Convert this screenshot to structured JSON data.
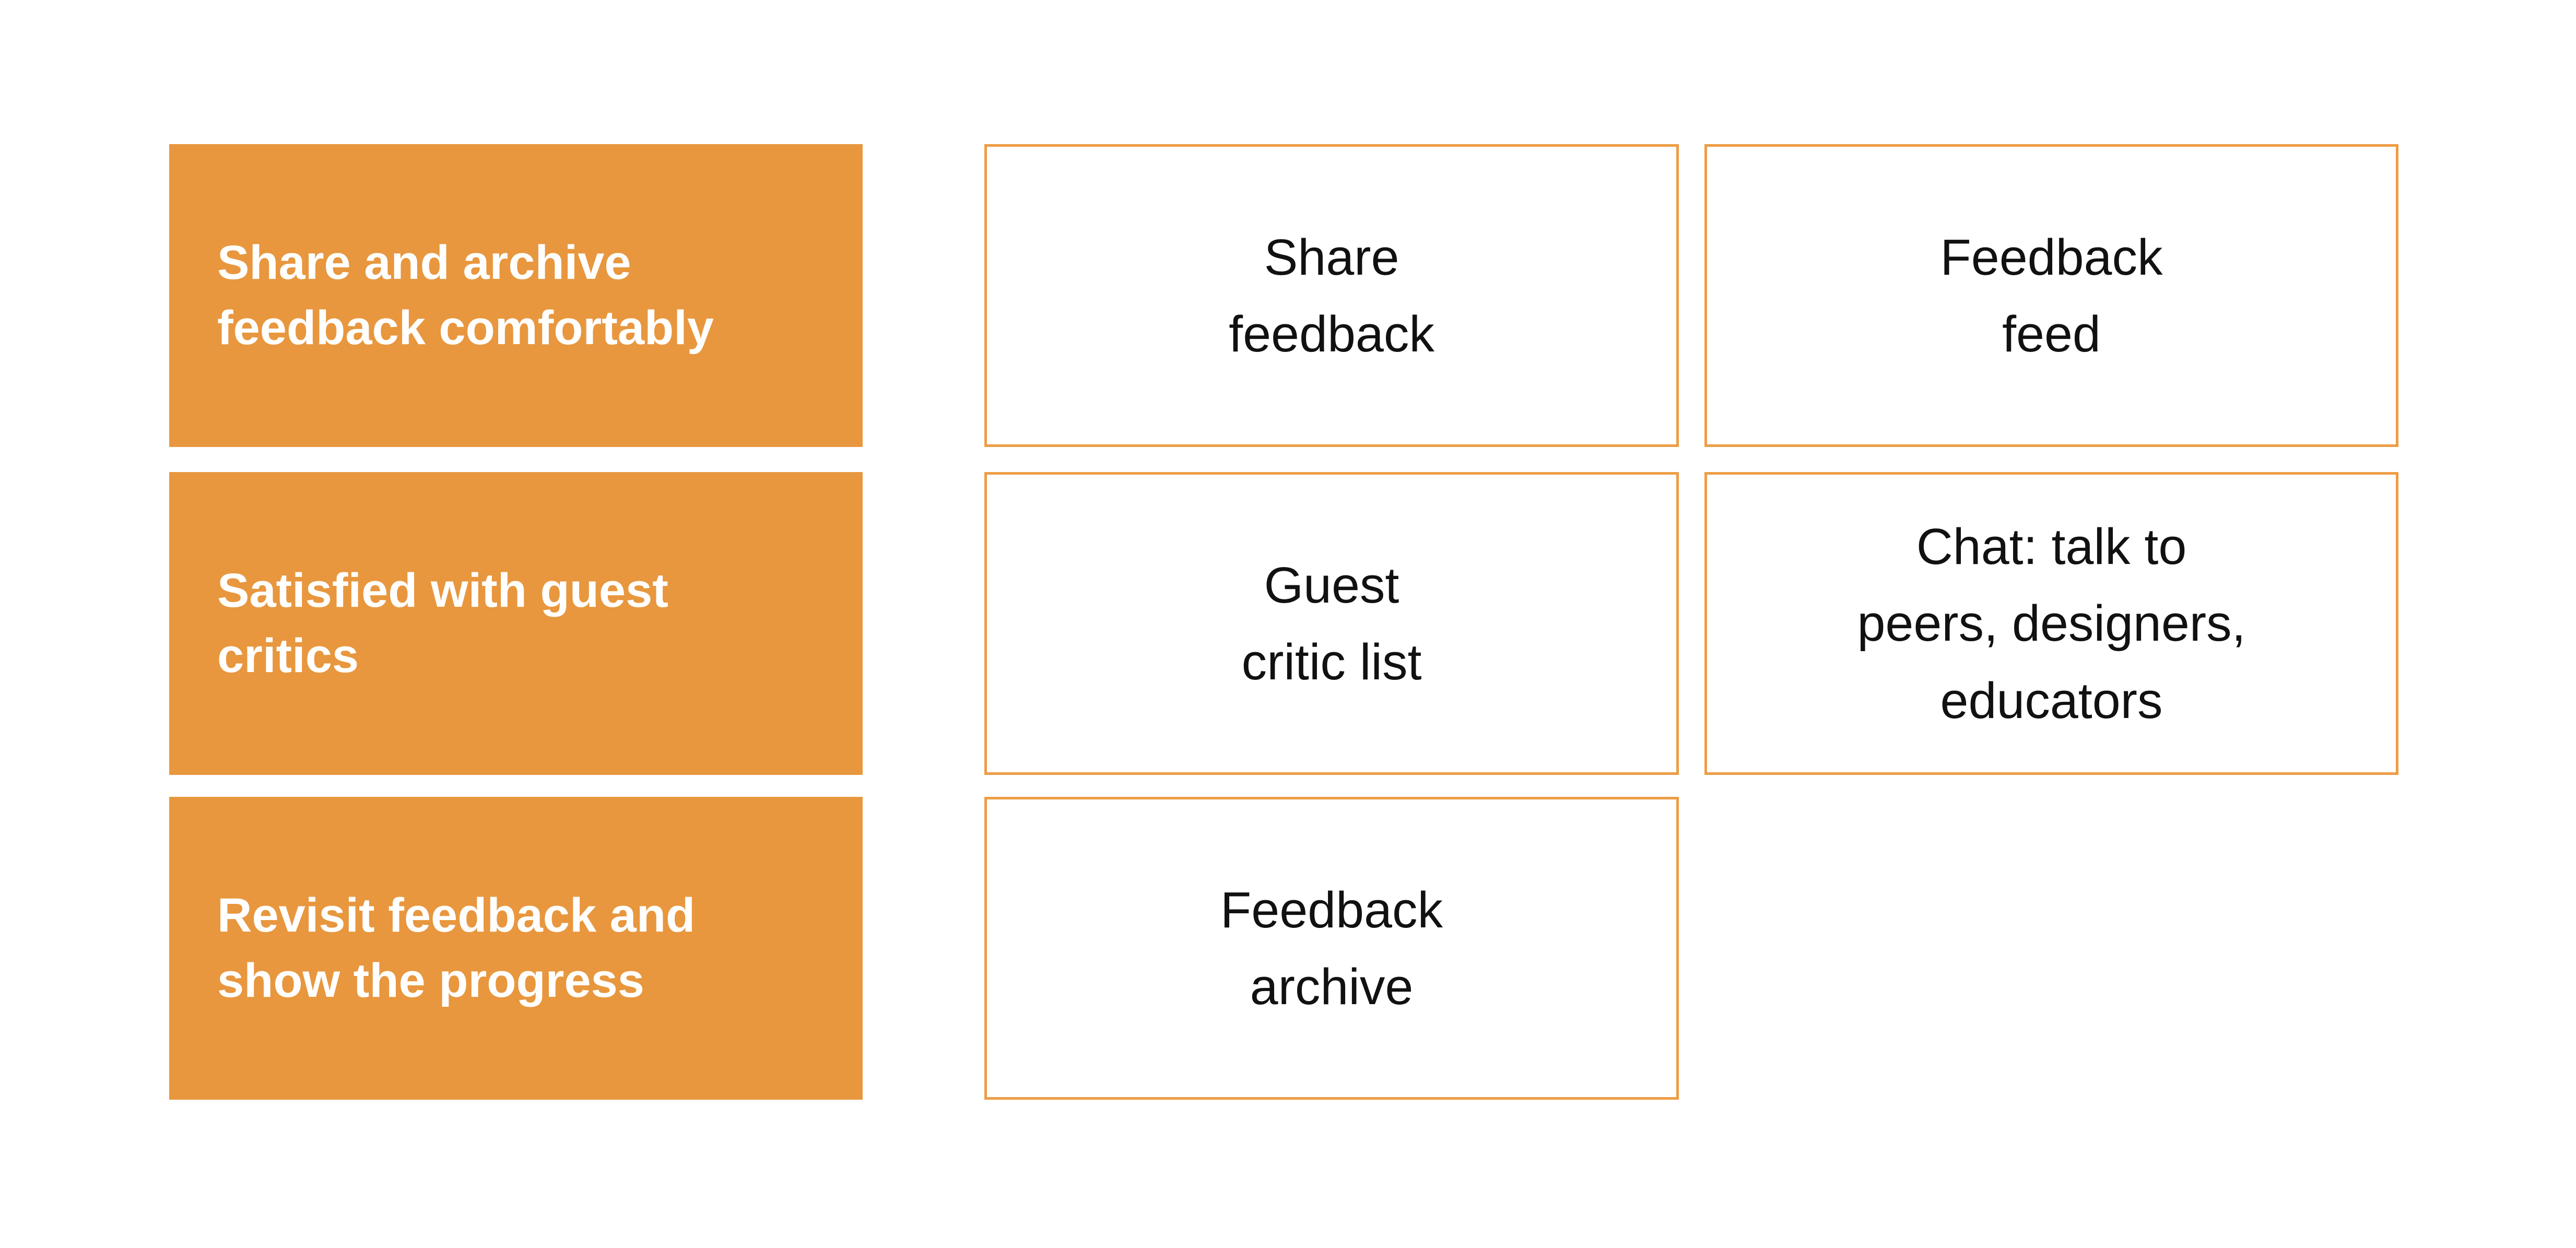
{
  "diagram": {
    "rows": [
      {
        "need": {
          "lines": [
            "Share and archive",
            "feedback comfortably"
          ]
        },
        "features": [
          {
            "lines": [
              "Share",
              "feedback"
            ]
          },
          {
            "lines": [
              "Feedback",
              "feed"
            ]
          }
        ]
      },
      {
        "need": {
          "lines": [
            "Satisfied with guest",
            "critics"
          ]
        },
        "features": [
          {
            "lines": [
              "Guest",
              "critic list"
            ]
          },
          {
            "lines": [
              "Chat: talk to",
              "peers, designers,",
              "educators"
            ]
          }
        ]
      },
      {
        "need": {
          "lines": [
            "Revisit feedback and",
            "show the progress"
          ]
        },
        "features": [
          {
            "lines": [
              "Feedback",
              "archive"
            ]
          }
        ]
      }
    ],
    "colors": {
      "need_box_fill": "#E8973E",
      "feature_box_border": "#ED9D46",
      "need_text": "#FFFFFF",
      "feature_text": "#111111",
      "background": "#FFFFFF"
    }
  }
}
